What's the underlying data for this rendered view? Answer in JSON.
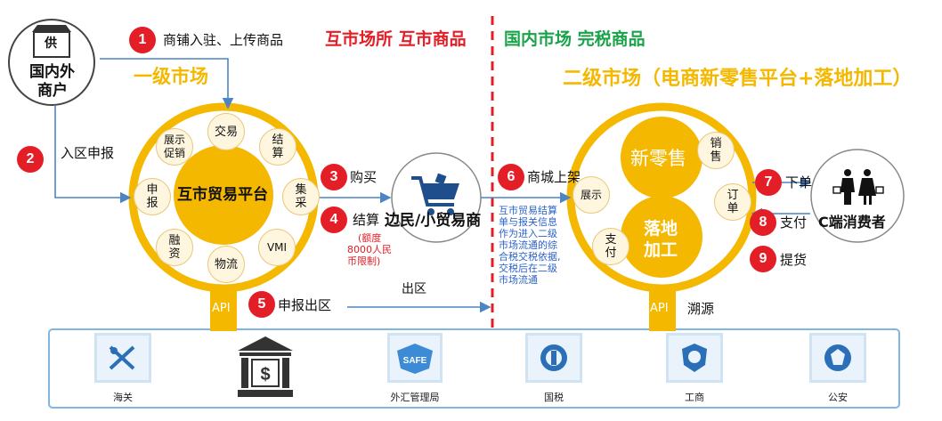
{
  "header": {
    "left_red": "互市场所 互市商品",
    "right_green": "国内市场 完税商品",
    "level1": "一级市场",
    "level2": "二级市场（电商新零售平台+落地加工）"
  },
  "merchant": {
    "badge": "供",
    "label_line1": "国内外",
    "label_line2": "商户"
  },
  "steps": [
    {
      "num": "1",
      "text": "商铺入驻、上传商品"
    },
    {
      "num": "2",
      "text": "入区申报"
    },
    {
      "num": "3",
      "text": "购买"
    },
    {
      "num": "4",
      "text": "结算"
    },
    {
      "num": "5",
      "text": "申报出区"
    },
    {
      "num": "6",
      "text": "商城上架"
    },
    {
      "num": "7",
      "text": "下单"
    },
    {
      "num": "8",
      "text": "支付"
    },
    {
      "num": "9",
      "text": "提货"
    }
  ],
  "platform": {
    "center": "互市贸易平台",
    "functions": [
      "交易",
      "结\n算",
      "集\n采",
      "VMI",
      "物流",
      "融\n资",
      "申\n报",
      "展示\n促销"
    ]
  },
  "trader": "边民/小贸易商",
  "limit_note": [
    "(额度",
    "8000人民",
    "币限制)"
  ],
  "exit_label": "出区",
  "settle_note": [
    "互市贸易结算",
    "单与报关信息",
    "作为进入二级",
    "市场流通的综",
    "合税交税依据,",
    "交税后在二级",
    "市场流通"
  ],
  "secondary": {
    "retail": "新零售",
    "processing_line1": "落地",
    "processing_line2": "加工",
    "functions": [
      "销\n售",
      "订\n单",
      "展示",
      "支\n付"
    ]
  },
  "consumer": "C端消费者",
  "api_left": "API",
  "api_right": "API",
  "trace": "溯源",
  "agencies": [
    {
      "name": "海关",
      "icon": "customs-icon"
    },
    {
      "name": "bank-building",
      "icon": "bank-icon"
    },
    {
      "name": "外汇管理局",
      "icon": "safe-icon"
    },
    {
      "name": "国税",
      "icon": "tax-icon"
    },
    {
      "name": "工商",
      "icon": "commerce-icon"
    },
    {
      "name": "公安",
      "icon": "police-icon"
    }
  ],
  "colors": {
    "gold": "#f5b800",
    "red": "#e41e26",
    "green": "#1aa34a",
    "blue": "#2b62c9",
    "frame": "#7fb6e3"
  }
}
